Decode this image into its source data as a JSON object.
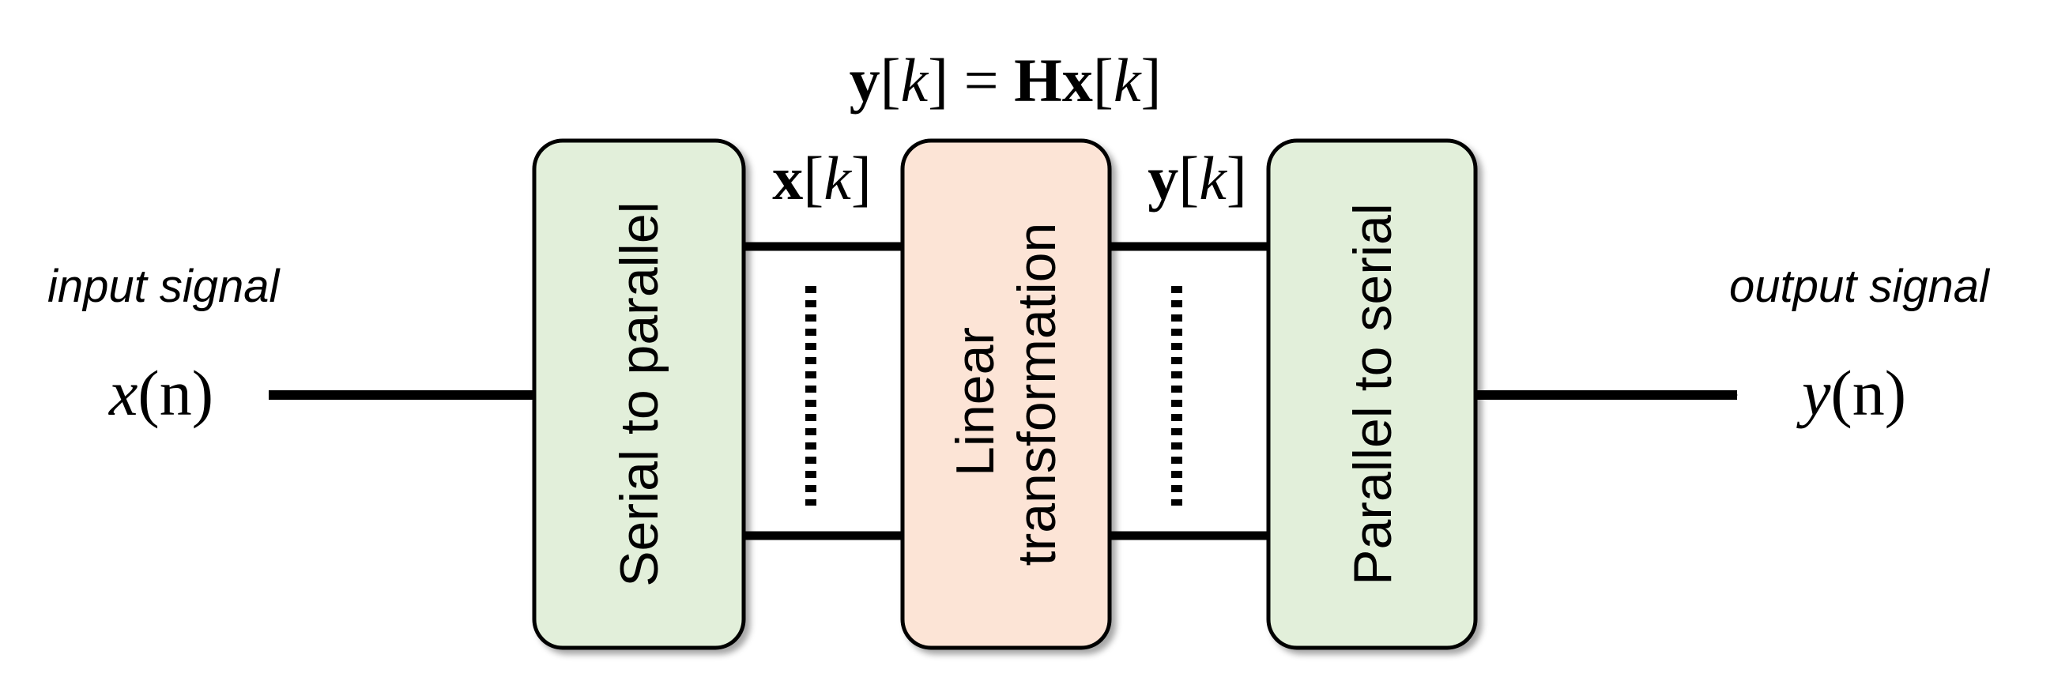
{
  "equation": {
    "y": "y",
    "lb": "[",
    "k": "k",
    "rb": "]",
    "eq": " = ",
    "H": "Hx",
    "lb2": "[",
    "k2": "k",
    "rb2": "]"
  },
  "input": {
    "caption": "input signal",
    "symbol": "x",
    "arg": "(n)"
  },
  "output": {
    "caption": "output signal",
    "symbol": "y",
    "arg": "(n)"
  },
  "blocks": {
    "s2p": {
      "label": "Serial to parallel",
      "color": "#e2efda"
    },
    "linear": {
      "line1": "Linear",
      "line2": "transformation",
      "color": "#fce4d6"
    },
    "p2s": {
      "label": "Parallel to serial",
      "color": "#e2efda"
    }
  },
  "vectors": {
    "x": {
      "bold": "x",
      "lb": "[",
      "k": "k",
      "rb": "]"
    },
    "y": {
      "bold": "y",
      "lb": "[",
      "k": "k",
      "rb": "]"
    }
  },
  "colors": {
    "stroke": "#000000",
    "text": "#000000"
  }
}
